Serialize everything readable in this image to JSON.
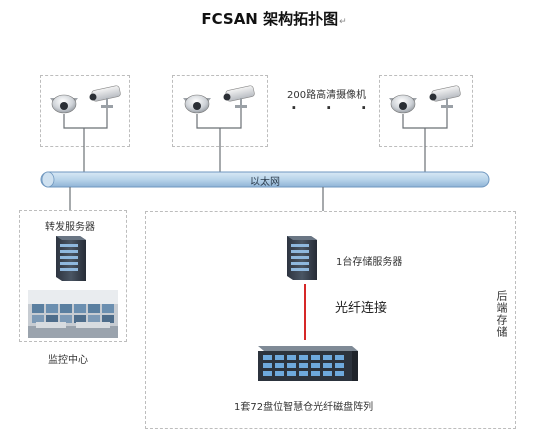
{
  "title": "FCSAN 架构拓扑图",
  "title_mark": "↵",
  "camera_label": "200路高清摄像机",
  "camera_dots": "· · ·",
  "network_label": "以太网",
  "forward_server_label": "转发服务器",
  "monitor_center_label": "监控中心",
  "storage_server_label": "1台存储服务器",
  "fiber_label": "光纤连接",
  "disk_array_label": "1套72盘位智慧仓光纤磁盘阵列",
  "backend_label": "后端存储",
  "colors": {
    "network_bar": "#b9d4ea",
    "network_border": "#6f97bf",
    "fiber_line": "#d62828",
    "dashed": "#bdbdbd"
  }
}
